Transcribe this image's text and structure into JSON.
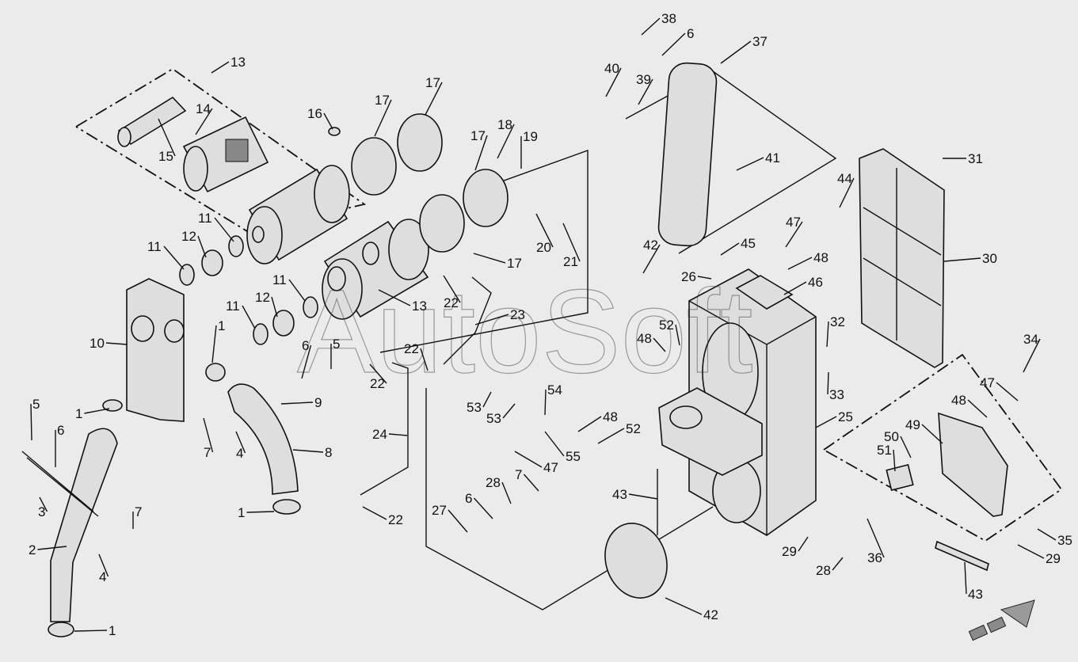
{
  "watermark": "AutoSoft",
  "callouts": [
    {
      "id": "c1a",
      "label": "1"
    },
    {
      "id": "c1b",
      "label": "1"
    },
    {
      "id": "c1c",
      "label": "1"
    },
    {
      "id": "c1d",
      "label": "1"
    },
    {
      "id": "c2",
      "label": "2"
    },
    {
      "id": "c3",
      "label": "3"
    },
    {
      "id": "c4a",
      "label": "4"
    },
    {
      "id": "c4b",
      "label": "4"
    },
    {
      "id": "c5a",
      "label": "5"
    },
    {
      "id": "c5b",
      "label": "5"
    },
    {
      "id": "c6a",
      "label": "6"
    },
    {
      "id": "c6b",
      "label": "6"
    },
    {
      "id": "c6c",
      "label": "6"
    },
    {
      "id": "c6d",
      "label": "6"
    },
    {
      "id": "c7a",
      "label": "7"
    },
    {
      "id": "c7b",
      "label": "7"
    },
    {
      "id": "c7c",
      "label": "7"
    },
    {
      "id": "c8",
      "label": "8"
    },
    {
      "id": "c9",
      "label": "9"
    },
    {
      "id": "c10",
      "label": "10"
    },
    {
      "id": "c11a",
      "label": "11"
    },
    {
      "id": "c11b",
      "label": "11"
    },
    {
      "id": "c11c",
      "label": "11"
    },
    {
      "id": "c11d",
      "label": "11"
    },
    {
      "id": "c12a",
      "label": "12"
    },
    {
      "id": "c12b",
      "label": "12"
    },
    {
      "id": "c13a",
      "label": "13"
    },
    {
      "id": "c13b",
      "label": "13"
    },
    {
      "id": "c14",
      "label": "14"
    },
    {
      "id": "c15",
      "label": "15"
    },
    {
      "id": "c16",
      "label": "16"
    },
    {
      "id": "c17a",
      "label": "17"
    },
    {
      "id": "c17b",
      "label": "17"
    },
    {
      "id": "c17c",
      "label": "17"
    },
    {
      "id": "c17d",
      "label": "17"
    },
    {
      "id": "c18",
      "label": "18"
    },
    {
      "id": "c19",
      "label": "19"
    },
    {
      "id": "c20",
      "label": "20"
    },
    {
      "id": "c21",
      "label": "21"
    },
    {
      "id": "c22a",
      "label": "22"
    },
    {
      "id": "c22b",
      "label": "22"
    },
    {
      "id": "c22c",
      "label": "22"
    },
    {
      "id": "c22d",
      "label": "22"
    },
    {
      "id": "c23",
      "label": "23"
    },
    {
      "id": "c24",
      "label": "24"
    },
    {
      "id": "c25",
      "label": "25"
    },
    {
      "id": "c26",
      "label": "26"
    },
    {
      "id": "c27",
      "label": "27"
    },
    {
      "id": "c28a",
      "label": "28"
    },
    {
      "id": "c28b",
      "label": "28"
    },
    {
      "id": "c29a",
      "label": "29"
    },
    {
      "id": "c29b",
      "label": "29"
    },
    {
      "id": "c30",
      "label": "30"
    },
    {
      "id": "c31",
      "label": "31"
    },
    {
      "id": "c32",
      "label": "32"
    },
    {
      "id": "c33",
      "label": "33"
    },
    {
      "id": "c34",
      "label": "34"
    },
    {
      "id": "c35",
      "label": "35"
    },
    {
      "id": "c36",
      "label": "36"
    },
    {
      "id": "c37",
      "label": "37"
    },
    {
      "id": "c38",
      "label": "38"
    },
    {
      "id": "c39",
      "label": "39"
    },
    {
      "id": "c40",
      "label": "40"
    },
    {
      "id": "c41",
      "label": "41"
    },
    {
      "id": "c42a",
      "label": "42"
    },
    {
      "id": "c42b",
      "label": "42"
    },
    {
      "id": "c43a",
      "label": "43"
    },
    {
      "id": "c43b",
      "label": "43"
    },
    {
      "id": "c44",
      "label": "44"
    },
    {
      "id": "c45",
      "label": "45"
    },
    {
      "id": "c46",
      "label": "46"
    },
    {
      "id": "c47a",
      "label": "47"
    },
    {
      "id": "c47b",
      "label": "47"
    },
    {
      "id": "c47c",
      "label": "47"
    },
    {
      "id": "c48a",
      "label": "48"
    },
    {
      "id": "c48b",
      "label": "48"
    },
    {
      "id": "c48c",
      "label": "48"
    },
    {
      "id": "c48d",
      "label": "48"
    },
    {
      "id": "c49",
      "label": "49"
    },
    {
      "id": "c50",
      "label": "50"
    },
    {
      "id": "c51",
      "label": "51"
    },
    {
      "id": "c52a",
      "label": "52"
    },
    {
      "id": "c52b",
      "label": "52"
    },
    {
      "id": "c53a",
      "label": "53"
    },
    {
      "id": "c53b",
      "label": "53"
    },
    {
      "id": "c54",
      "label": "54"
    },
    {
      "id": "c55",
      "label": "55"
    }
  ],
  "icons": {
    "direction_arrow": "direction-arrow-icon"
  }
}
